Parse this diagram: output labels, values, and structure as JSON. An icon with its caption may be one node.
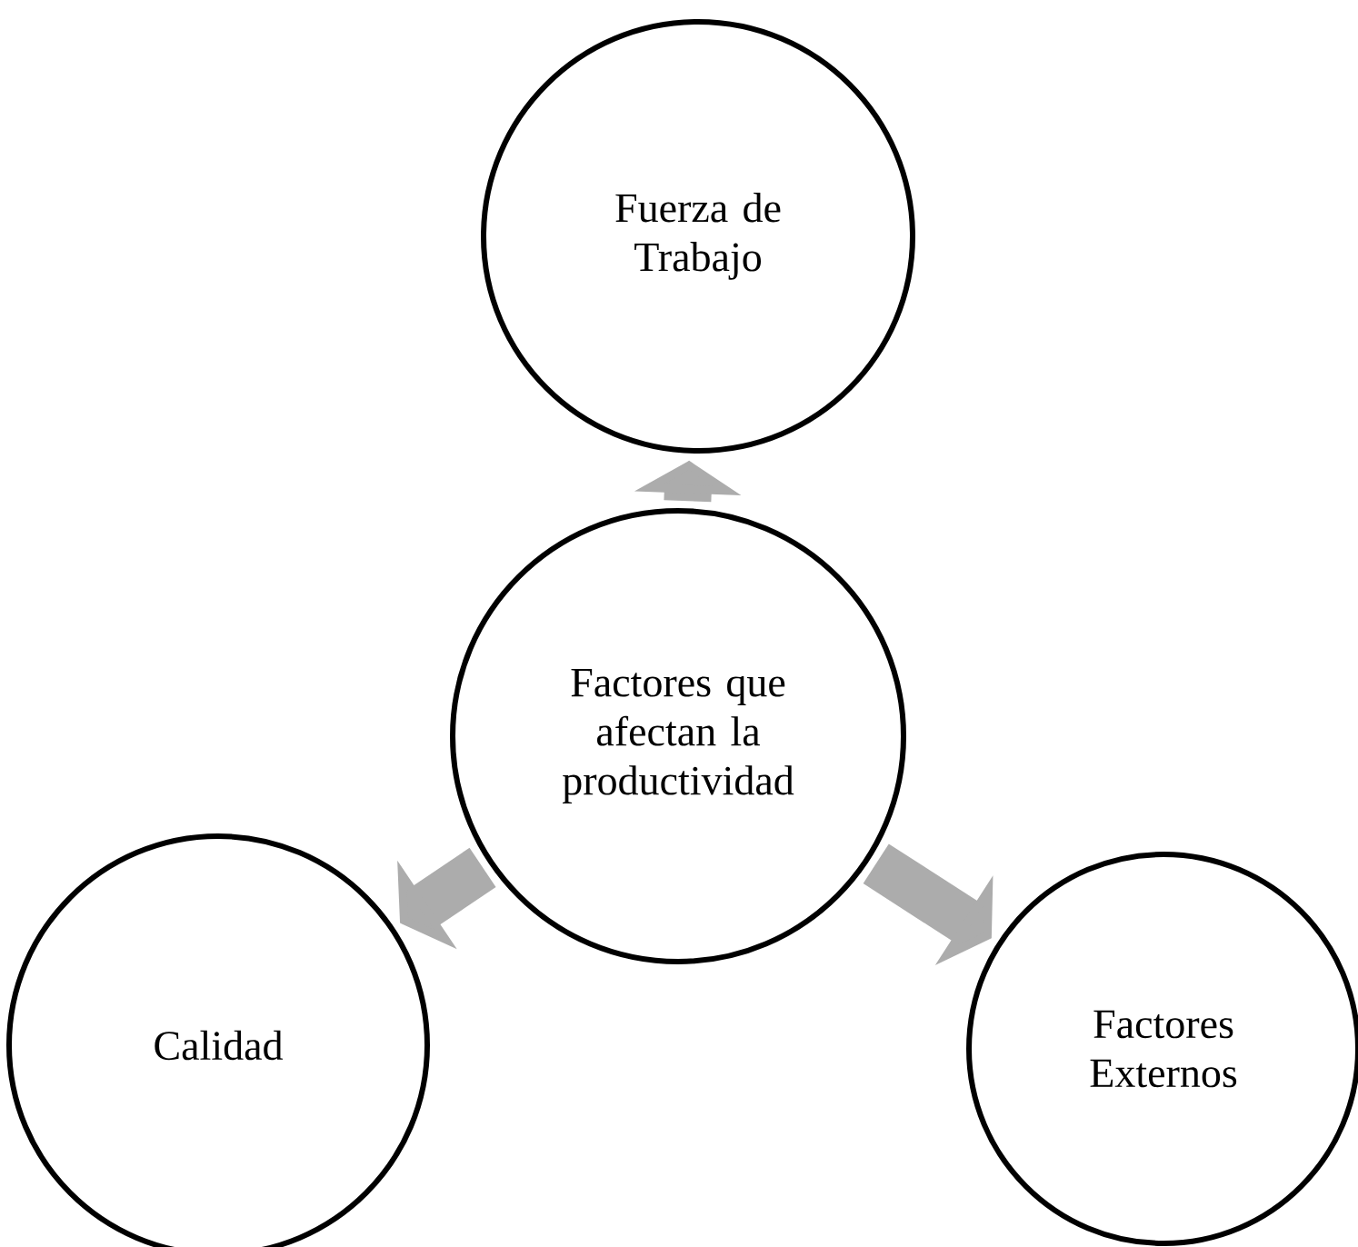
{
  "diagram": {
    "nodes": [
      {
        "text": [
          "Fuerza de Trabajo"
        ]
      },
      {
        "text": [
          "Factores que afectan la productividad"
        ]
      },
      {
        "text": [
          "Calidad"
        ]
      },
      {
        "text": [
          "Factores Externos"
        ]
      }
    ],
    "edges": [
      {
        "from": 1,
        "to": 0,
        "arrow": "to"
      },
      {
        "from": 1,
        "to": 2,
        "arrow": "to"
      },
      {
        "from": 1,
        "to": 3,
        "arrow": "to"
      }
    ]
  }
}
